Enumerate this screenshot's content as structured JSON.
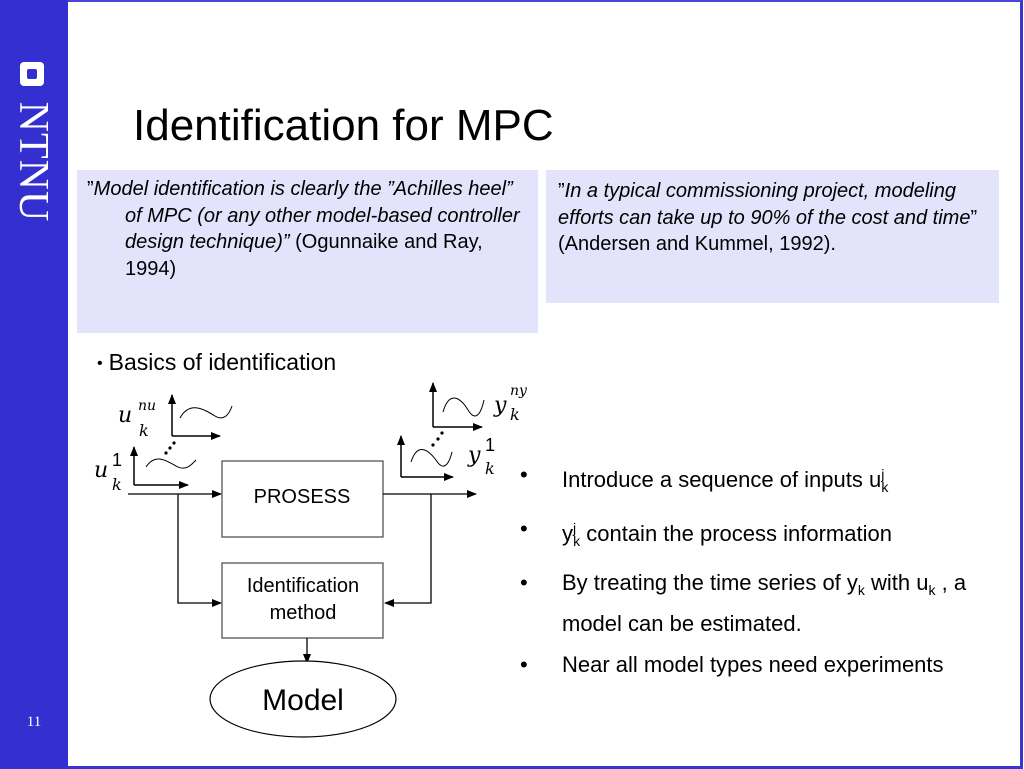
{
  "brand": {
    "logo_text": "NTNU",
    "sidebar_color": "#3430cf",
    "quote_bg": "#e3e3fb"
  },
  "slide": {
    "page_number": "11",
    "title": "Identification for MPC"
  },
  "quote_left": {
    "open_mark": "”",
    "italic": "Model identification is clearly the ”Achilles heel” of MPC (or any other model-based controller design technique)”",
    "citation": " (Ogunnaike and Ray, 1994)"
  },
  "quote_right": {
    "open_mark": "”",
    "italic": "In a typical commissioning project, modeling efforts can take up to 90% of the cost and time",
    "close_mark": "”",
    "citation": " (Andersen and Kummel, 1992)."
  },
  "section": {
    "bullet": "•",
    "label": "Basics of identification"
  },
  "diagram": {
    "process_label": "PROSESS",
    "method_label_line1": "Identification",
    "method_label_line2": "method",
    "model_label": "Model",
    "inputs": {
      "top_base": "u",
      "top_sup": "nu",
      "top_sub": "k",
      "bottom_base": "u",
      "bottom_sup": "1",
      "bottom_sub": "k"
    },
    "outputs": {
      "top_base": "y",
      "top_sup": "ny",
      "top_sub": "k",
      "bottom_base": "y",
      "bottom_sup": "1",
      "bottom_sub": "k"
    }
  },
  "bullets": [
    {
      "pre": "Introduce a sequence of inputs u",
      "sup": "j",
      "sub": "k",
      "post": ""
    },
    {
      "pre": "y",
      "sup": "j",
      "sub": "k",
      "post": " contain the process information"
    },
    {
      "pre": "By treating the time series of y",
      "sub": "k",
      "mid": " with u",
      "sub2": "k",
      "post": " , a model can be estimated."
    },
    {
      "pre": "Near all model types need experiments"
    }
  ],
  "bullet_char": "•"
}
